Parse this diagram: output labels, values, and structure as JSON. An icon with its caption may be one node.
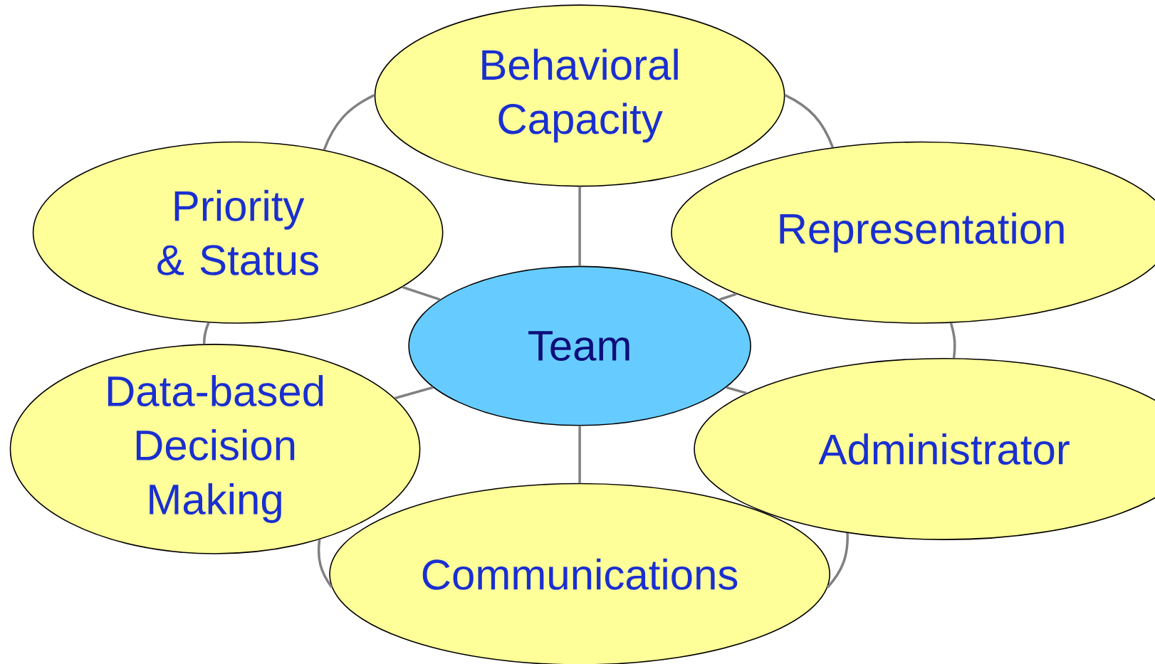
{
  "diagram": {
    "nodes": [
      {
        "text": [
          "Behavioral Capacity"
        ]
      },
      {
        "text": [
          "Priority & Status"
        ]
      },
      {
        "text": [
          "Representation"
        ]
      },
      {
        "text": [
          "Team"
        ]
      },
      {
        "text": [
          "Data-based Decision Making"
        ]
      },
      {
        "text": [
          "Administrator"
        ]
      },
      {
        "text": [
          "Communications"
        ]
      }
    ],
    "edges": [
      {
        "from": 3,
        "to": 0,
        "arrow": "none"
      },
      {
        "from": 3,
        "to": 1,
        "arrow": "none"
      },
      {
        "from": 3,
        "to": 2,
        "arrow": "none"
      },
      {
        "from": 3,
        "to": 4,
        "arrow": "none"
      },
      {
        "from": 3,
        "to": 5,
        "arrow": "none"
      },
      {
        "from": 3,
        "to": 6,
        "arrow": "none"
      },
      {
        "from": 0,
        "to": 1,
        "arrow": "none"
      },
      {
        "from": 0,
        "to": 2,
        "arrow": "none"
      },
      {
        "from": 1,
        "to": 4,
        "arrow": "none"
      },
      {
        "from": 2,
        "to": 5,
        "arrow": "none"
      },
      {
        "from": 4,
        "to": 6,
        "arrow": "none"
      },
      {
        "from": 5,
        "to": 6,
        "arrow": "none"
      }
    ]
  }
}
